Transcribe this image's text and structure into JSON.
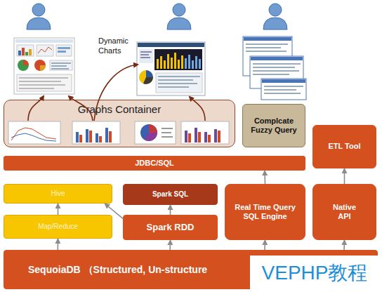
{
  "diagram": {
    "nodes": [
      {
        "text": [
          "Graphs Container"
        ]
      },
      {
        "text": [
          "Complcate Fuzzy Query"
        ]
      },
      {
        "text": [
          "ETL Tool"
        ]
      },
      {
        "text": [
          "JDBC/SQL"
        ]
      },
      {
        "text": [
          "Hive"
        ]
      },
      {
        "text": [
          "Spark SQL"
        ]
      },
      {
        "text": [
          "Real Time Query SQL Engine"
        ]
      },
      {
        "text": [
          "Native API"
        ]
      },
      {
        "text": [
          "Map/Reduce"
        ]
      },
      {
        "text": [
          "Spark RDD"
        ]
      },
      {
        "text": [
          "SequoiaDB （Structured, Un-structure"
        ]
      }
    ],
    "edges": [
      {
        "from": 8,
        "to": 4,
        "arrow": "to"
      },
      {
        "from": 9,
        "to": 4,
        "arrow": "to"
      },
      {
        "from": 9,
        "to": 5,
        "arrow": "to"
      },
      {
        "from": 10,
        "to": 8,
        "arrow": "to"
      },
      {
        "from": 10,
        "to": 9,
        "arrow": "to"
      },
      {
        "from": 10,
        "to": 6,
        "arrow": "to"
      },
      {
        "from": 10,
        "to": 7,
        "arrow": "to"
      },
      {
        "from": 6,
        "to": 3,
        "arrow": "to"
      },
      {
        "from": 7,
        "to": 2,
        "arrow": "to"
      }
    ],
    "labels": [
      "Dynamic Charts",
      "VEPHP教程"
    ]
  }
}
